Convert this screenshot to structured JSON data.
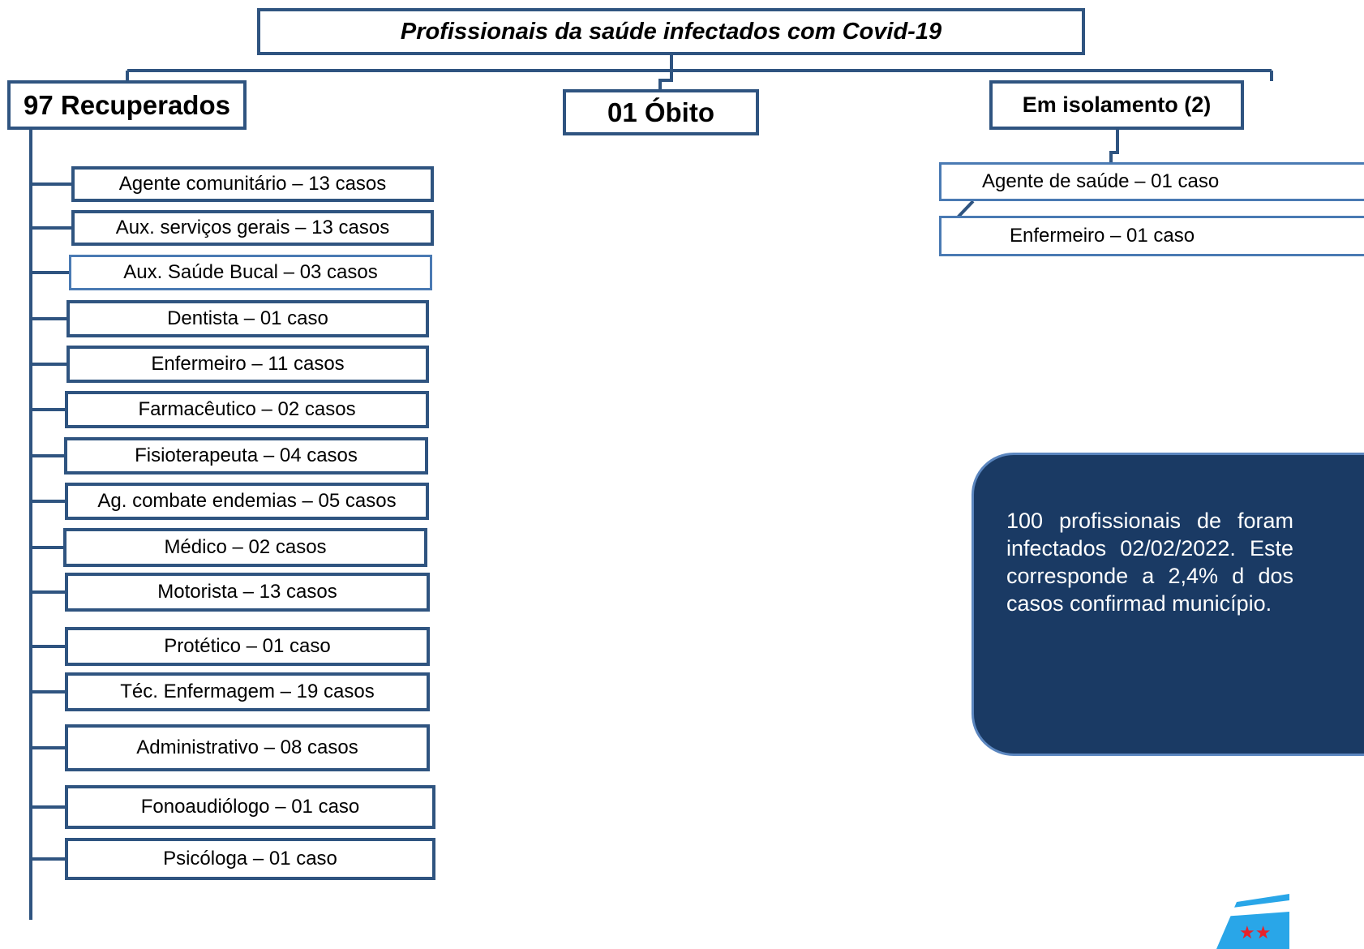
{
  "title": "Profissionais da saúde infectados com Covid-19",
  "recuperados": {
    "label": "97 Recuperados",
    "items": [
      "Agente comunitário – 13 casos",
      "Aux. serviços gerais – 13 casos",
      "Aux. Saúde Bucal – 03 casos",
      "Dentista – 01 caso",
      "Enfermeiro – 11 casos",
      "Farmacêutico – 02 casos",
      "Fisioterapeuta – 04 casos",
      "Ag. combate endemias – 05 casos",
      "Médico – 02 casos",
      "Motorista – 13 casos",
      "Protético – 01 caso",
      "Téc. Enfermagem – 19 casos",
      "Administrativo – 08 casos",
      "Fonoaudiólogo – 01 caso",
      "Psicóloga – 01 caso"
    ]
  },
  "obito": {
    "label": "01 Óbito"
  },
  "isolamento": {
    "label": "Em isolamento (2)",
    "items": [
      "Agente de saúde – 01 caso",
      "Enfermeiro – 01 caso"
    ]
  },
  "note": "100 profissionais de foram infectados 02/02/2022. Este corresponde a 2,4% d dos casos confirmad município.",
  "colors": {
    "border": "#2f5480",
    "light_border": "#4a7ab3",
    "note_bg": "#1a3a64",
    "logo_blue": "#29a6e8",
    "logo_star": "#e8222a"
  }
}
